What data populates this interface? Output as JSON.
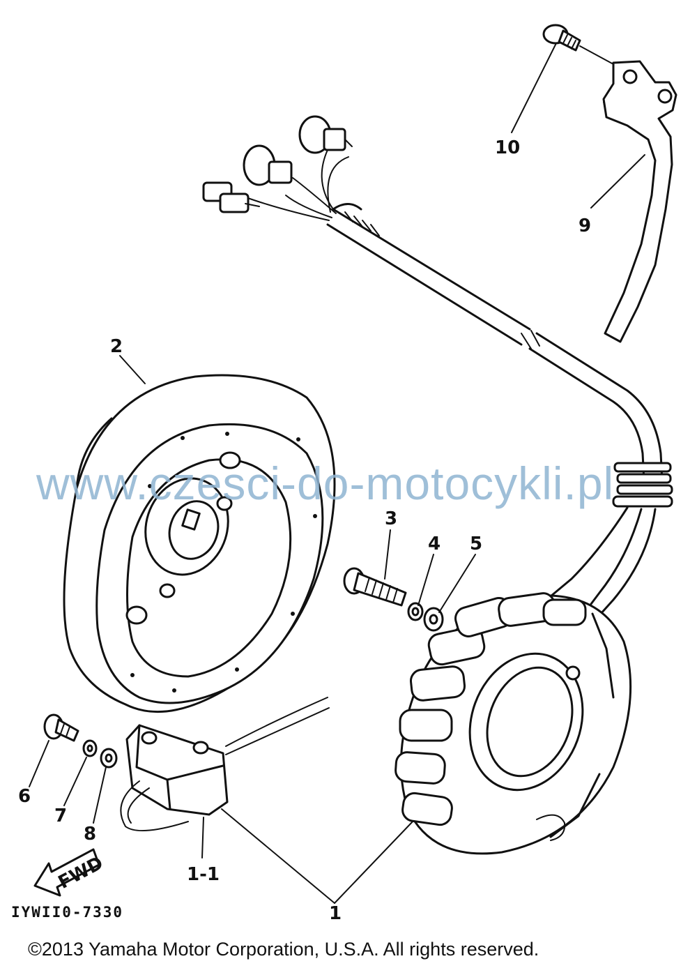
{
  "diagram": {
    "callouts": [
      {
        "id": "1",
        "label": "1"
      },
      {
        "id": "1-1",
        "label": "1-1"
      },
      {
        "id": "2",
        "label": "2"
      },
      {
        "id": "3",
        "label": "3"
      },
      {
        "id": "4",
        "label": "4"
      },
      {
        "id": "5",
        "label": "5"
      },
      {
        "id": "6",
        "label": "6"
      },
      {
        "id": "7",
        "label": "7"
      },
      {
        "id": "8",
        "label": "8"
      },
      {
        "id": "9",
        "label": "9"
      },
      {
        "id": "10",
        "label": "10"
      }
    ],
    "fwd_label": "FWD",
    "catalog_number": "IYWII0-7330"
  },
  "watermark": "www.czesci-do-motocykli.pl",
  "copyright": "©2013 Yamaha Motor Corporation, U.S.A. All rights reserved."
}
